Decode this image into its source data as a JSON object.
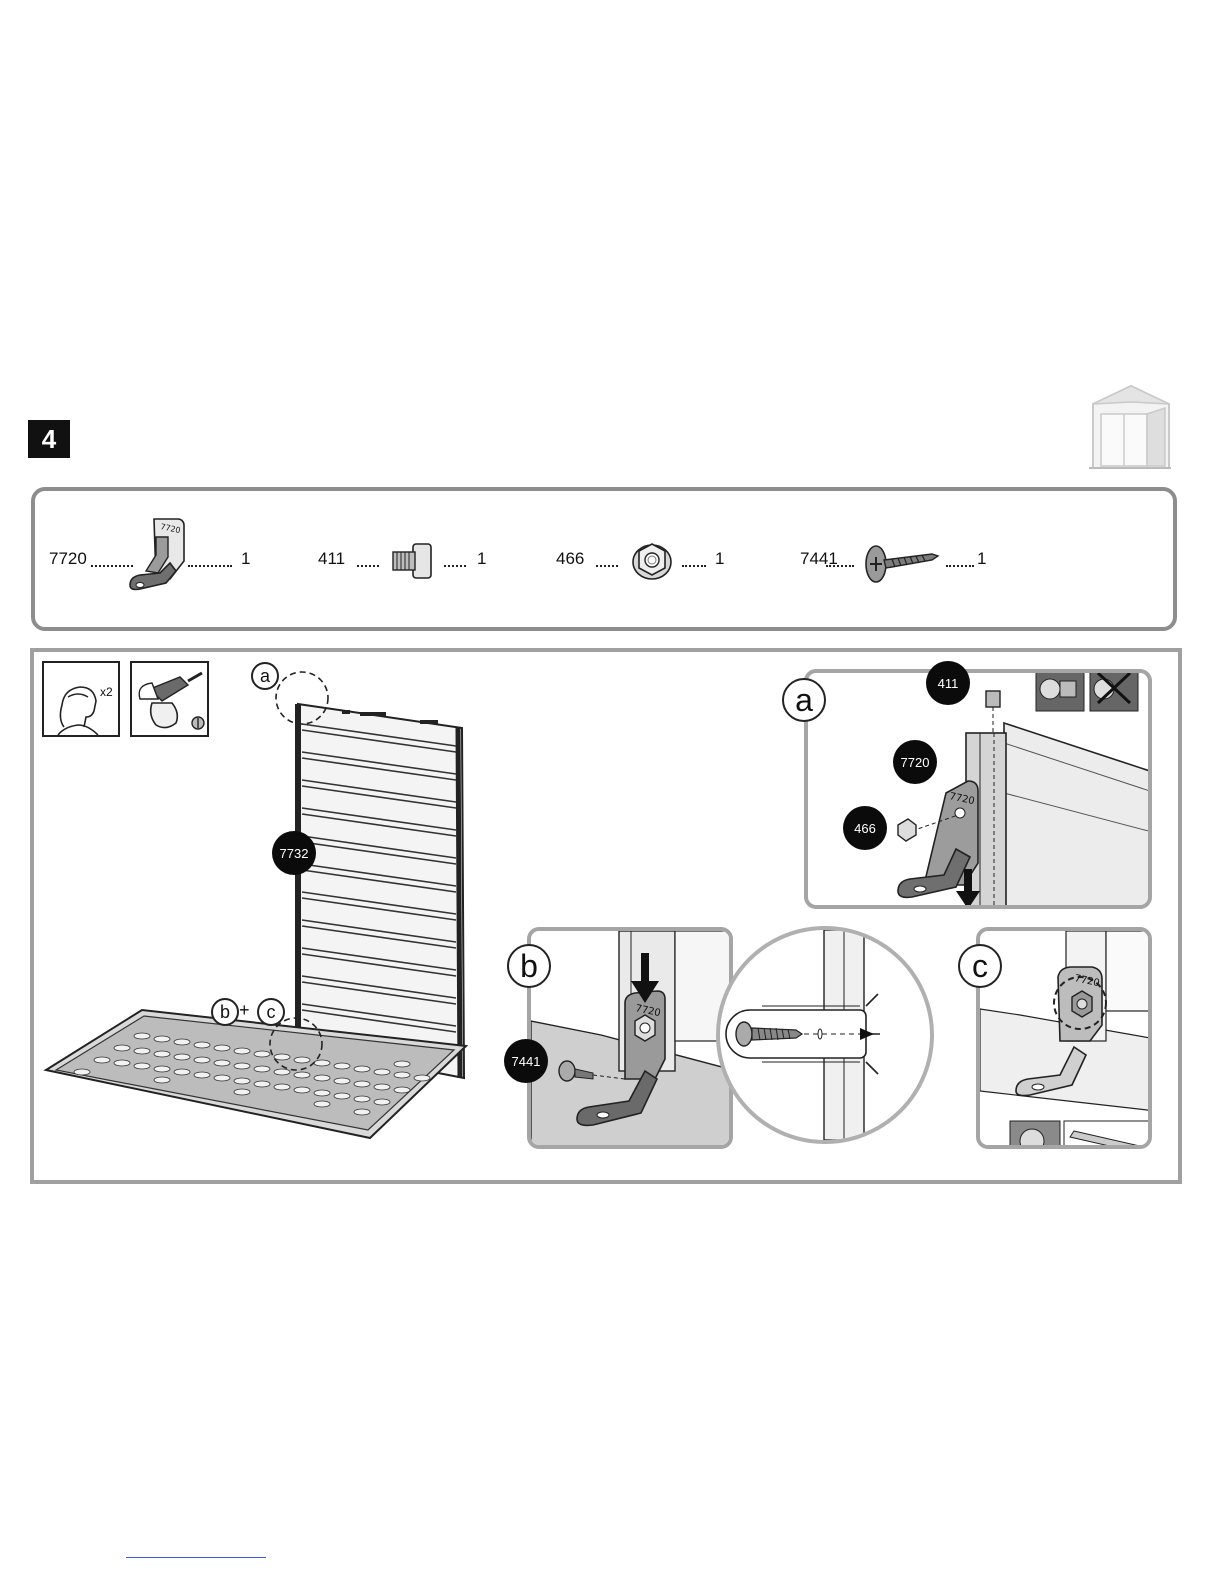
{
  "step": {
    "number": "4"
  },
  "parts": [
    {
      "code": "7720",
      "qty": "1",
      "icon": "l-bracket-icon"
    },
    {
      "code": "411",
      "qty": "1",
      "icon": "square-bolt-icon"
    },
    {
      "code": "466",
      "qty": "1",
      "icon": "flange-nut-icon"
    },
    {
      "code": "7441",
      "qty": "1",
      "icon": "screw-icon"
    }
  ],
  "tools": {
    "persons": "x2"
  },
  "main": {
    "panel_code": "7732",
    "detail_a_ref": "a",
    "detail_b_ref": "b",
    "detail_c_ref": "c",
    "detail_bc_plus": "+"
  },
  "detail_a": {
    "letter": "a",
    "callouts": [
      "411",
      "7720",
      "466"
    ],
    "bracket_label": "7720"
  },
  "detail_b": {
    "letter": "b",
    "callouts": [
      "7441"
    ],
    "bracket_label": "7720"
  },
  "detail_c": {
    "letter": "c",
    "bracket_label": "7720"
  },
  "colors": {
    "frame": "#a0a0a0",
    "callout": "#0b0b0b",
    "badge": "#111111"
  }
}
